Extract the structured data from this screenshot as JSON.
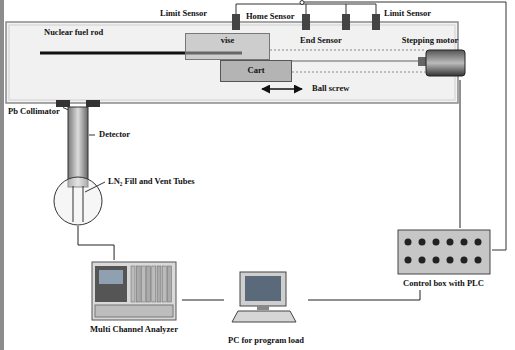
{
  "diagram": {
    "nodes": [
      {
        "text": [
          "vise"
        ]
      },
      {
        "text": [
          "Cart"
        ]
      },
      {
        "text": [
          "Stepping motor"
        ]
      },
      {
        "text": [
          "Detector"
        ]
      },
      {
        "text": [
          "Control box with PLC"
        ]
      },
      {
        "text": [
          "Multi Channel Analyzer"
        ]
      },
      {
        "text": [
          "PC for program load"
        ]
      }
    ],
    "edges": [
      {
        "from": 3,
        "to": 5,
        "arrow": "none"
      },
      {
        "from": 5,
        "to": 6,
        "arrow": "none"
      },
      {
        "from": 6,
        "to": 4,
        "arrow": "none"
      },
      {
        "from": 4,
        "to": 2,
        "arrow": "none"
      }
    ],
    "labels": [
      "Limit Sensor",
      "Home Sensor",
      "Limit Sensor",
      "Nuclear fuel rod",
      "End Sensor",
      "Ball screw",
      "Pb Collimator",
      "LN₂ Fill and Vent Tubes"
    ]
  }
}
